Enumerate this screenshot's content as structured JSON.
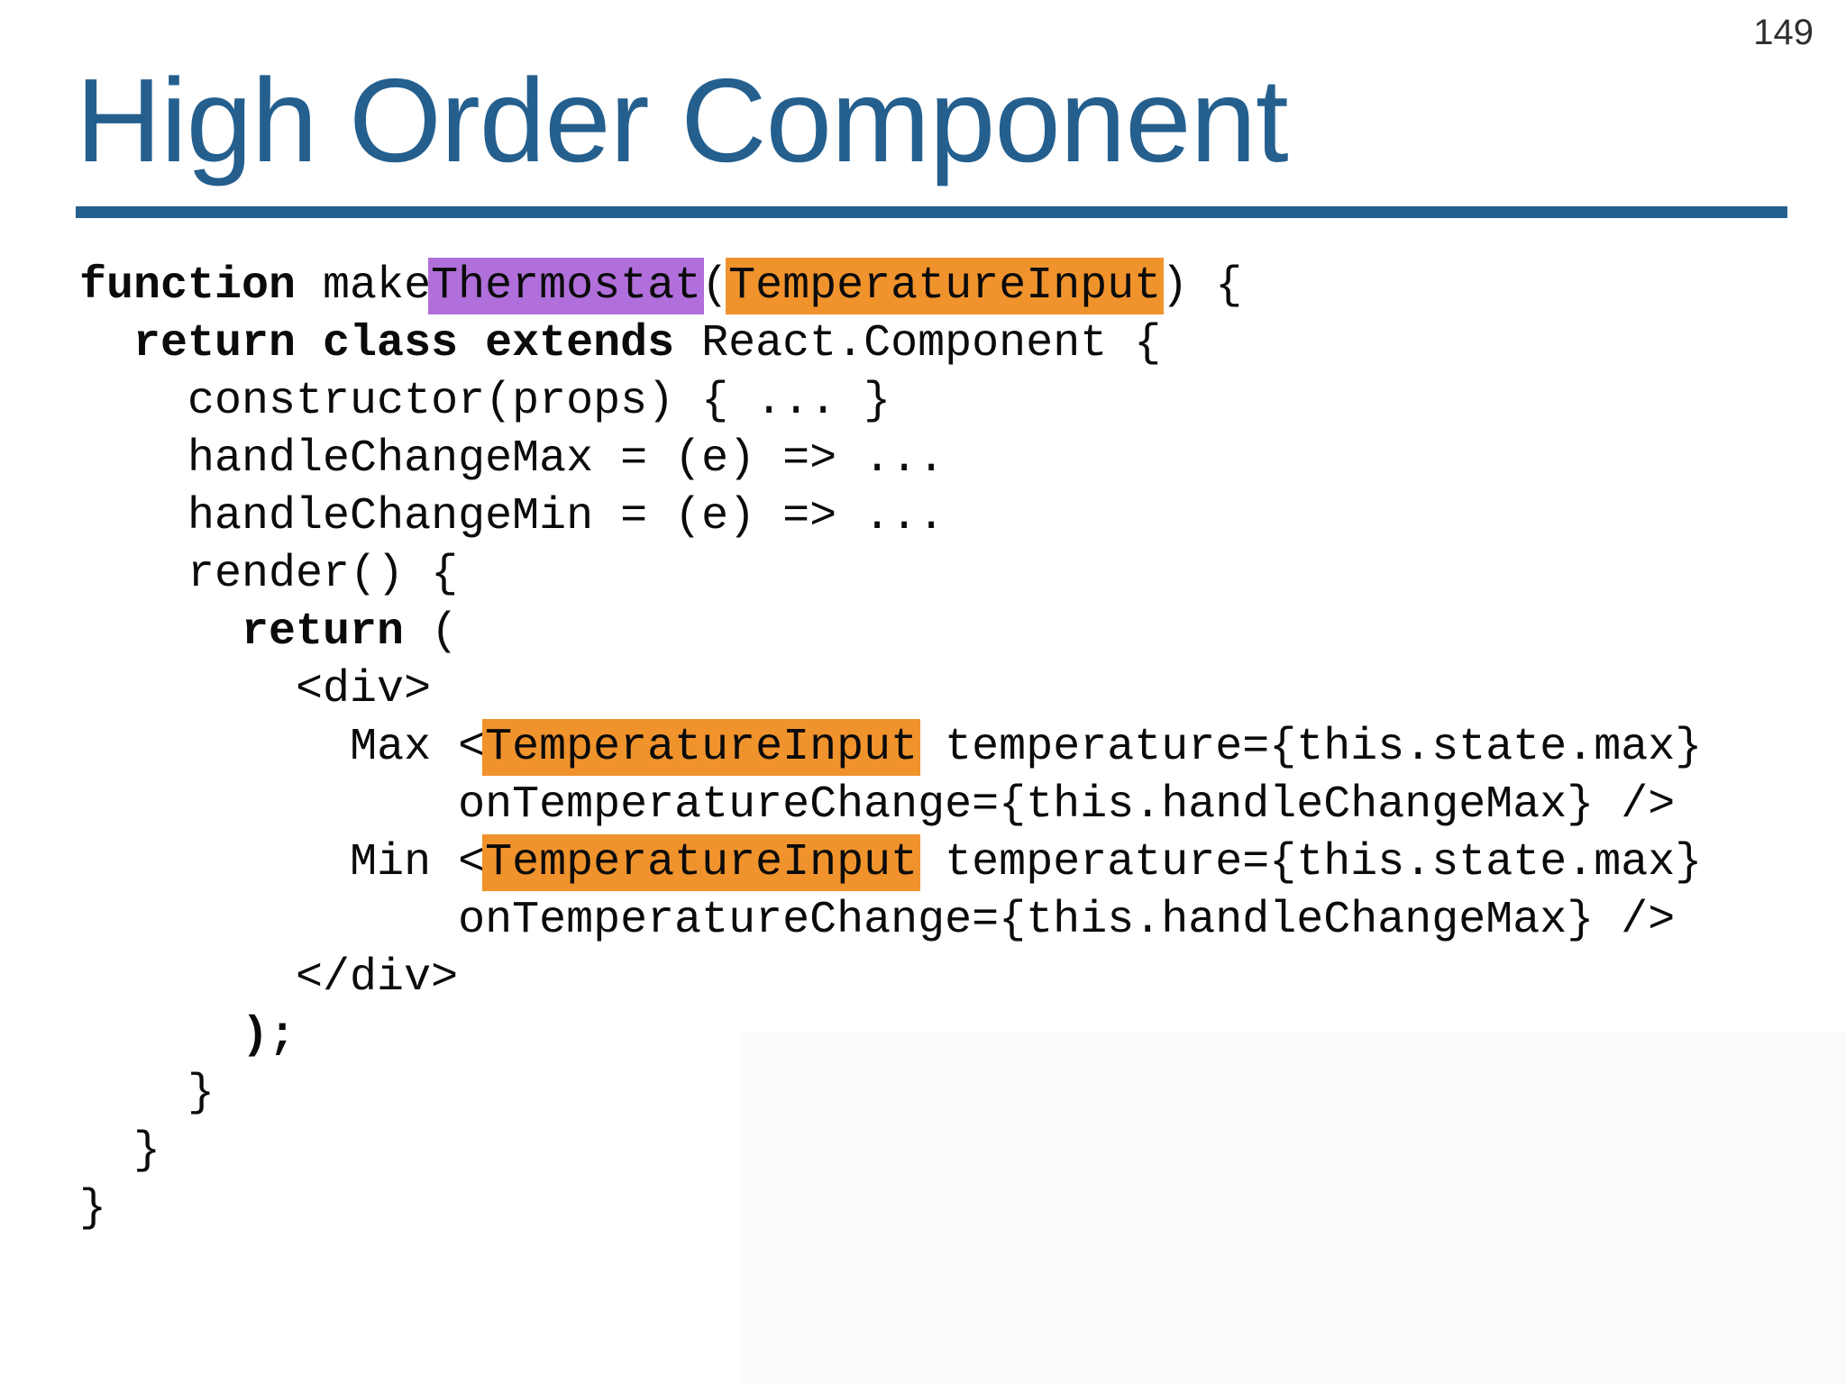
{
  "page_number": "149",
  "title": "High Order Component",
  "colors": {
    "accent_blue": "#245F8E",
    "highlight_purple": "#B06FDA",
    "highlight_orange": "#F0932C",
    "code_text": "#0B0B0B"
  },
  "code": {
    "lines": [
      {
        "indent": 0,
        "segments": [
          {
            "text": "function",
            "bold": true
          },
          {
            "text": " make"
          },
          {
            "text": "Thermostat",
            "highlight": "purple"
          },
          {
            "text": "("
          },
          {
            "text": "TemperatureInput",
            "highlight": "orange"
          },
          {
            "text": ") {"
          }
        ]
      },
      {
        "indent": 2,
        "segments": [
          {
            "text": "return class extends",
            "bold": true
          },
          {
            "text": " React.Component {"
          }
        ]
      },
      {
        "indent": 4,
        "segments": [
          {
            "text": "constructor(props) { ... }"
          }
        ]
      },
      {
        "indent": 4,
        "segments": [
          {
            "text": "handleChangeMax = (e) => ..."
          }
        ]
      },
      {
        "indent": 4,
        "segments": [
          {
            "text": "handleChangeMin = (e) => ..."
          }
        ]
      },
      {
        "indent": 4,
        "segments": [
          {
            "text": "render() {"
          }
        ]
      },
      {
        "indent": 6,
        "segments": [
          {
            "text": "return",
            "bold": true
          },
          {
            "text": " ("
          }
        ]
      },
      {
        "indent": 8,
        "segments": [
          {
            "text": "<div>"
          }
        ]
      },
      {
        "indent": 10,
        "segments": [
          {
            "text": "Max <"
          },
          {
            "text": "TemperatureInput",
            "highlight": "orange"
          },
          {
            "text": " temperature={this.state.max}"
          }
        ]
      },
      {
        "indent": 14,
        "segments": [
          {
            "text": "onTemperatureChange={this.handleChangeMax} />"
          }
        ]
      },
      {
        "indent": 10,
        "segments": [
          {
            "text": "Min <"
          },
          {
            "text": "TemperatureInput",
            "highlight": "orange"
          },
          {
            "text": " temperature={this.state.max}"
          }
        ]
      },
      {
        "indent": 14,
        "segments": [
          {
            "text": "onTemperatureChange={this.handleChangeMax} />"
          }
        ]
      },
      {
        "indent": 8,
        "segments": [
          {
            "text": "</div>"
          }
        ]
      },
      {
        "indent": 6,
        "segments": [
          {
            "text": ");",
            "bold": true
          }
        ]
      },
      {
        "indent": 4,
        "segments": [
          {
            "text": "}"
          }
        ]
      },
      {
        "indent": 2,
        "segments": [
          {
            "text": "}"
          }
        ]
      },
      {
        "indent": 0,
        "segments": [
          {
            "text": "}"
          }
        ]
      }
    ]
  }
}
